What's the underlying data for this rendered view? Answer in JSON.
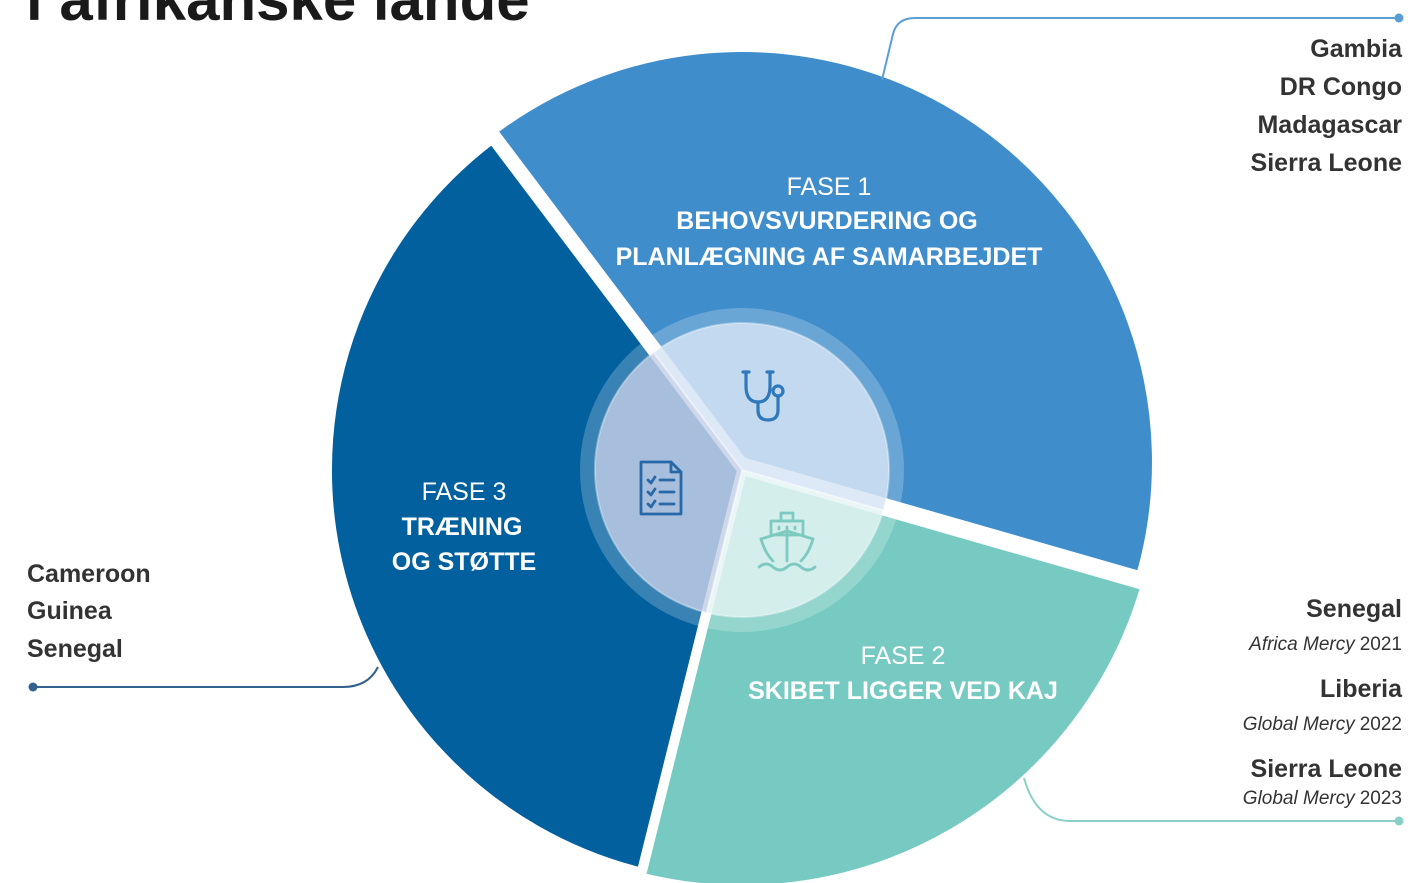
{
  "title": "i afrikanske lande",
  "colors": {
    "phase1": "#3f8dcb",
    "phase2": "#76cac1",
    "phase3": "#02609f",
    "phase1_line": "#5b9fd6",
    "phase2_line": "#8ad0c8",
    "phase3_line": "#33618e",
    "icon_phase1": "#2f78bb",
    "icon_phase2": "#7dcac0",
    "icon_phase3": "#2768a8"
  },
  "phases": [
    {
      "number_label": "FASE 1",
      "title_lines": [
        "BEHOVSVURDERING OG",
        "PLANLÆGNING AF SAMARBEJDET"
      ],
      "icon": "stethoscope-icon"
    },
    {
      "number_label": "FASE 2",
      "title_lines": [
        "SKIBET LIGGER VED KAJ"
      ],
      "icon": "ship-icon"
    },
    {
      "number_label": "FASE 3",
      "title_lines": [
        "TRÆNING",
        "OG STØTTE"
      ],
      "icon": "checklist-icon"
    }
  ],
  "phase1_countries": [
    "Gambia",
    "DR Congo",
    "Madagascar",
    "Sierra Leone"
  ],
  "phase3_countries": [
    "Cameroon",
    "Guinea",
    "Senegal"
  ],
  "phase2_countries": [
    {
      "country": "Senegal",
      "ship": "Africa Mercy",
      "year": "2021"
    },
    {
      "country": "Liberia",
      "ship": "Global Mercy",
      "year": "2022"
    },
    {
      "country": "Sierra Leone",
      "ship": "Global Mercy",
      "year": "2023"
    }
  ]
}
